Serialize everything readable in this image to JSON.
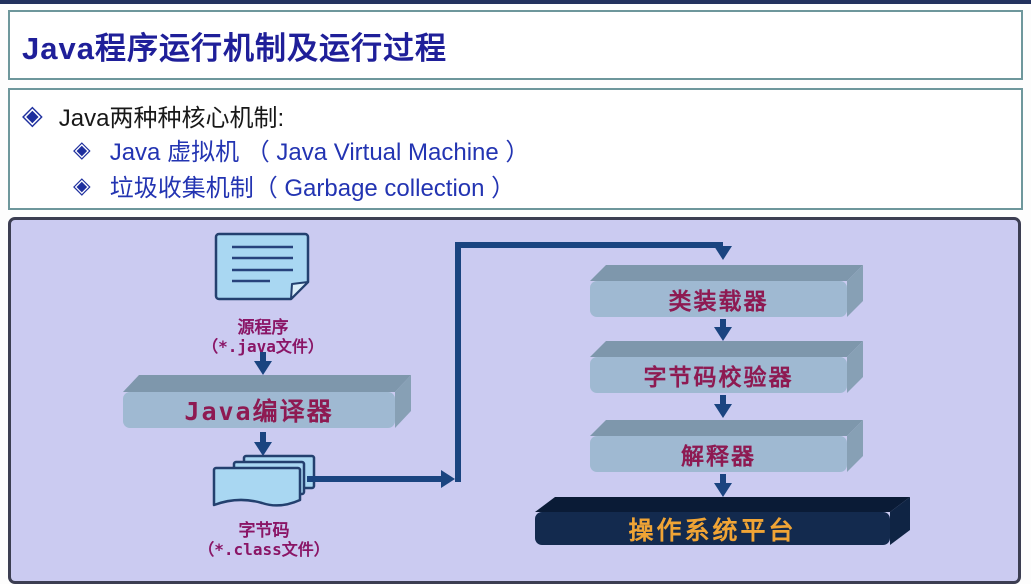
{
  "slide": {
    "title": "Java程序运行机制及运行过程",
    "bullets": {
      "level1": "Java两种种核心机制:",
      "level2": [
        "Java 虚拟机 （ Java Virtual Machine ）",
        "垃圾收集机制（ Garbage collection ）"
      ]
    }
  },
  "diagram": {
    "source_label": {
      "line1": "源程序",
      "line2": "（*.java文件）"
    },
    "compiler_label": "Java编译器",
    "bytecode_label": {
      "line1": "字节码",
      "line2": "（*.class文件）"
    },
    "right_bars": [
      "类装载器",
      "字节码校验器",
      "解释器"
    ],
    "os_label": "操作系统平台"
  },
  "icons": {
    "bullet_glyph": "◈",
    "source_doc": "document-icon",
    "bytecode_stack": "document-stack-icon",
    "arrow": "arrow-icon"
  },
  "colors": {
    "panel_bg": "#cbcbf1",
    "panel_border": "#3c3e52",
    "box_border": "#6e979c",
    "title_text": "#1f1f99",
    "bullet_blue": "#2334b2",
    "bar_front": "#9fb9d2",
    "bar_top": "#7e97ac",
    "bar_label": "#8e1a52",
    "os_front": "#132a4e",
    "os_label_color": "#f0a435",
    "arrow": "#1a4480",
    "label_magenta": "#8a1566",
    "doc_fill": "#a9d7f2"
  }
}
